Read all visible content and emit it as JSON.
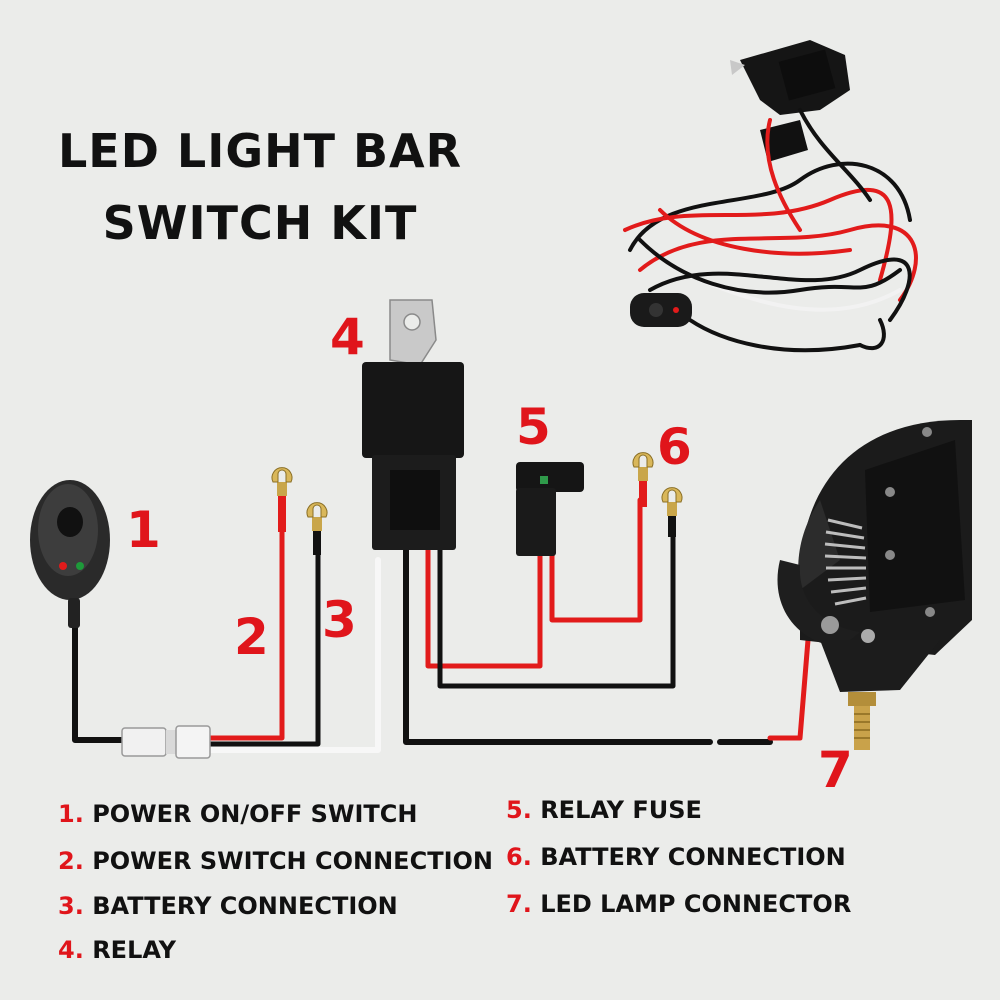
{
  "title": {
    "line1": "LED LIGHT BAR",
    "line2": "SWITCH KIT"
  },
  "callouts": [
    "1",
    "2",
    "3",
    "4",
    "5",
    "6",
    "7"
  ],
  "legend": [
    {
      "num": "1.",
      "text": "POWER ON/OFF SWITCH"
    },
    {
      "num": "2.",
      "text": "POWER SWITCH CONNECTION"
    },
    {
      "num": "3.",
      "text": "BATTERY CONNECTION"
    },
    {
      "num": "4.",
      "text": "RELAY"
    },
    {
      "num": "5.",
      "text": "RELAY FUSE"
    },
    {
      "num": "6.",
      "text": "BATTERY CONNECTION"
    },
    {
      "num": "7.",
      "text": "LED LAMP CONNECTOR"
    }
  ],
  "colors": {
    "accent_red": "#e0151b",
    "wire_red": "#e21b1b",
    "wire_black": "#111111",
    "wire_white": "#ffffff",
    "background": "#ebecea"
  },
  "icons": [
    "switch-icon",
    "relay-icon",
    "fuse-holder-icon",
    "ring-terminal-icon",
    "led-light-bar-icon",
    "connector-icon",
    "wire-harness-photo"
  ]
}
